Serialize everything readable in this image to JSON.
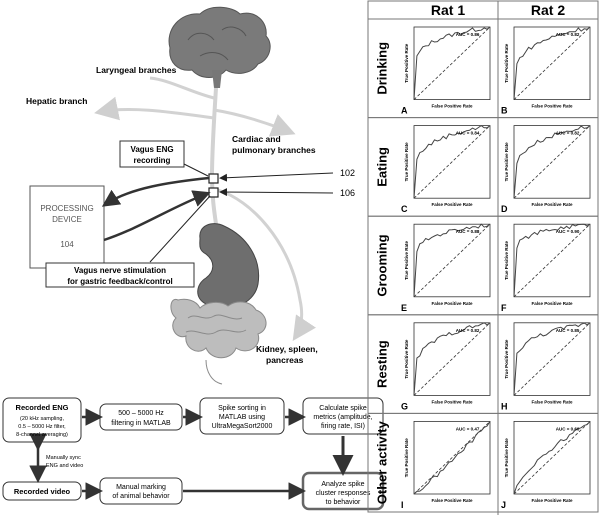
{
  "anatomy": {
    "laryngeal": "Laryngeal branches",
    "hepatic": "Hepatic branch",
    "cardiac_1": "Cardiac and",
    "cardiac_2": "pulmonary branches",
    "eng_rec_1": "Vagus ENG",
    "eng_rec_2": "recording",
    "ref_102": "102",
    "ref_106": "106",
    "device_1": "PROCESSING",
    "device_2": "DEVICE",
    "device_ref": "104",
    "stim_1": "Vagus nerve stimulation",
    "stim_2": "for gastric feedback/control",
    "kidney_1": "Kidney, spleen,",
    "kidney_2": "pancreas"
  },
  "pipeline": {
    "recorded_eng": {
      "title": "Recorded ENG",
      "l1": "(20 kHz sampling,",
      "l2": "0.5 – 5000 Hz filter,",
      "l3": "8-channel averaging)"
    },
    "filter_1": "500 – 5000 Hz",
    "filter_2": "filtering in MATLAB",
    "spike_1": "Spike sorting in",
    "spike_2": "MATLAB using",
    "spike_3": "UltraMegaSort2000",
    "calc_1": "Calculate spike",
    "calc_2": "metrics (amplitude,",
    "calc_3": "firing rate, ISI)",
    "sync_1": "Manually sync",
    "sync_2": "ENG and video",
    "recorded_video": "Recorded video",
    "manual_1": "Manual marking",
    "manual_2": "of animal behavior",
    "analyze_1": "Analyze spike",
    "analyze_2": "cluster responses",
    "analyze_3": "to behavior"
  },
  "roc_grid": {
    "col_headers": [
      "Rat 1",
      "Rat 2"
    ],
    "row_labels": [
      "Drinking",
      "Eating",
      "Grooming",
      "Resting",
      "Other activity"
    ],
    "x_axis_label": "False Positive Rate",
    "y_axis_label": "True Positive Rate",
    "panels": [
      {
        "letter": "A",
        "auc": "AUC = 0.86"
      },
      {
        "letter": "B",
        "auc": "AUC = 0.82"
      },
      {
        "letter": "C",
        "auc": "AUC = 0.84"
      },
      {
        "letter": "D",
        "auc": "AUC = 0.82"
      },
      {
        "letter": "E",
        "auc": "AUC = 0.88"
      },
      {
        "letter": "F",
        "auc": "AUC = 0.90"
      },
      {
        "letter": "G",
        "auc": "AUC = 0.82"
      },
      {
        "letter": "H",
        "auc": "AUC = 0.85"
      },
      {
        "letter": "I",
        "auc": "AUC = 0.47"
      },
      {
        "letter": "J",
        "auc": "AUC = 0.60"
      }
    ]
  }
}
